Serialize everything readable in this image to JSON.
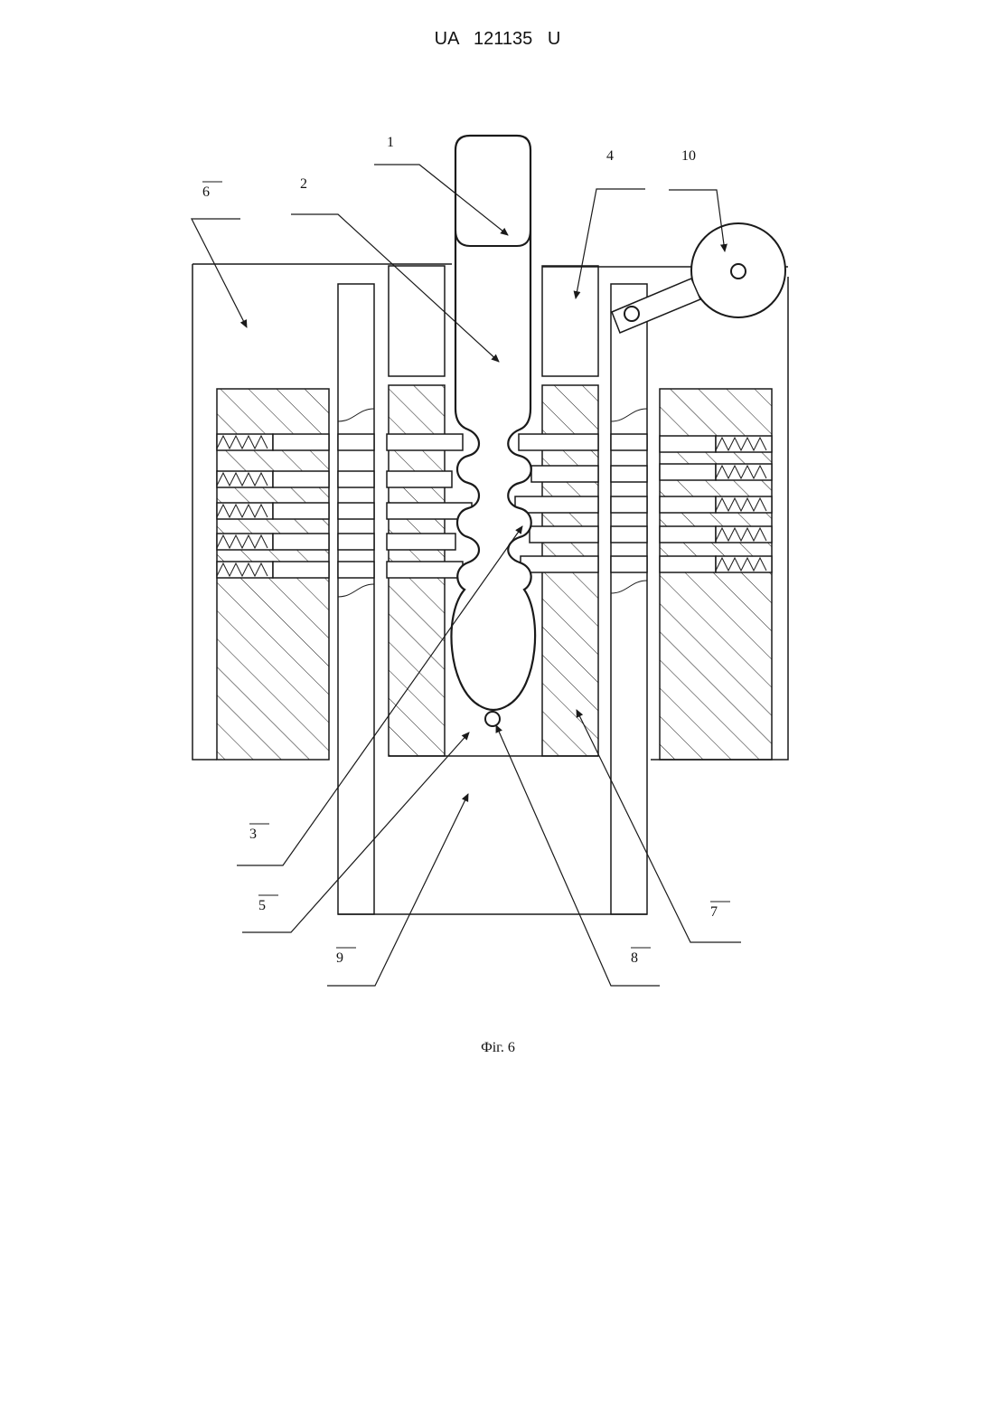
{
  "header": {
    "doc_number": "UA   121135   U"
  },
  "figure": {
    "caption": "Фіг. 6",
    "labels": {
      "l1": "1",
      "l2": "2",
      "l3": "3",
      "l4": "4",
      "l5": "5",
      "l6": "6",
      "l7": "7",
      "l8": "8",
      "l9": "9",
      "l10": "10"
    }
  },
  "colors": {
    "line": "#1a1a1a",
    "background": "#ffffff"
  }
}
